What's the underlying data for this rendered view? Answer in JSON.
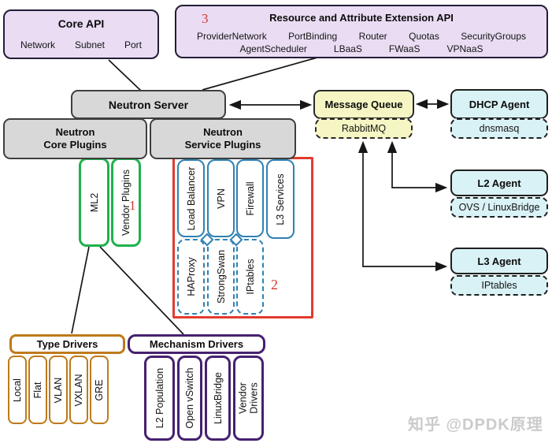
{
  "core_api": {
    "title": "Core API",
    "items": [
      "Network",
      "Subnet",
      "Port"
    ]
  },
  "ext_api": {
    "badge": "3",
    "title": "Resource and Attribute Extension API",
    "row1": [
      "ProviderNetwork",
      "PortBinding",
      "Router",
      "Quotas",
      "SecurityGroups"
    ],
    "row2": [
      "AgentScheduler",
      "LBaaS",
      "FWaaS",
      "VPNaaS"
    ]
  },
  "neutron_server": {
    "label": "Neutron Server"
  },
  "core_plugins": {
    "line1": "Neutron",
    "line2": "Core Plugins"
  },
  "service_plugins": {
    "line1": "Neutron",
    "line2": "Service Plugins"
  },
  "message_queue": {
    "label": "Message Queue",
    "impl": "RabbitMQ"
  },
  "dhcp_agent": {
    "label": "DHCP Agent",
    "impl": "dnsmasq"
  },
  "l2_agent": {
    "label": "L2 Agent",
    "impl": "OVS / LinuxBridge"
  },
  "l3_agent": {
    "label": "L3 Agent",
    "impl": "IPtables"
  },
  "ml2_group": {
    "badge": "1",
    "items": [
      "ML2",
      "Vendor Plugins"
    ]
  },
  "services_group": {
    "badge": "2",
    "plugins": [
      "Load Balancer",
      "VPN",
      "Firewall",
      "L3 Services"
    ],
    "impls": [
      "HAProxy",
      "StrongSwan",
      "IPtables"
    ]
  },
  "type_drivers": {
    "title": "Type Drivers",
    "items": [
      "Local",
      "Flat",
      "VLAN",
      "VXLAN",
      "GRE"
    ]
  },
  "mechanism_drivers": {
    "title": "Mechanism Drivers",
    "items": [
      "L2 Population",
      "Open vSwitch",
      "LinuxBridge",
      "Vendor Drivers"
    ]
  },
  "watermark": "知乎 @DPDK原理",
  "colors": {
    "api_fill": "#e9dcf3",
    "gray_fill": "#d8d8d8",
    "yellow_fill": "#f5f6c3",
    "cyan_fill": "#d9f2f6",
    "green_border": "#1fb14e",
    "blue_border": "#2f81b2",
    "orange_border": "#be7a19",
    "plum_border": "#46206f",
    "red_accent": "#e23b2e"
  }
}
